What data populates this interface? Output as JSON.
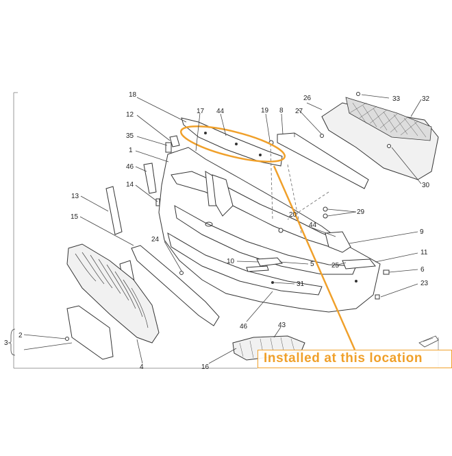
{
  "diagram": {
    "labels": {
      "p18": "18",
      "p17": "17",
      "p44a": "44",
      "p19": "19",
      "p8": "8",
      "p26": "26",
      "p27": "27",
      "p33": "33",
      "p32": "32",
      "p12": "12",
      "p35": "35",
      "p1": "1",
      "p46a": "46",
      "p14": "14",
      "p30": "30",
      "p13": "13",
      "p15": "15",
      "p20": "20",
      "p29": "29",
      "p44b": "44",
      "p9": "9",
      "p24": "24",
      "p10": "10",
      "p5": "5",
      "p25": "25",
      "p11": "11",
      "p6": "6",
      "p31": "31",
      "p23": "23",
      "p46b": "46",
      "p43": "43",
      "p3": "3",
      "p2": "2",
      "p16": "16",
      "p4": "4"
    },
    "callout": "Installed at this location",
    "highlight_color": "#f0a02a"
  }
}
